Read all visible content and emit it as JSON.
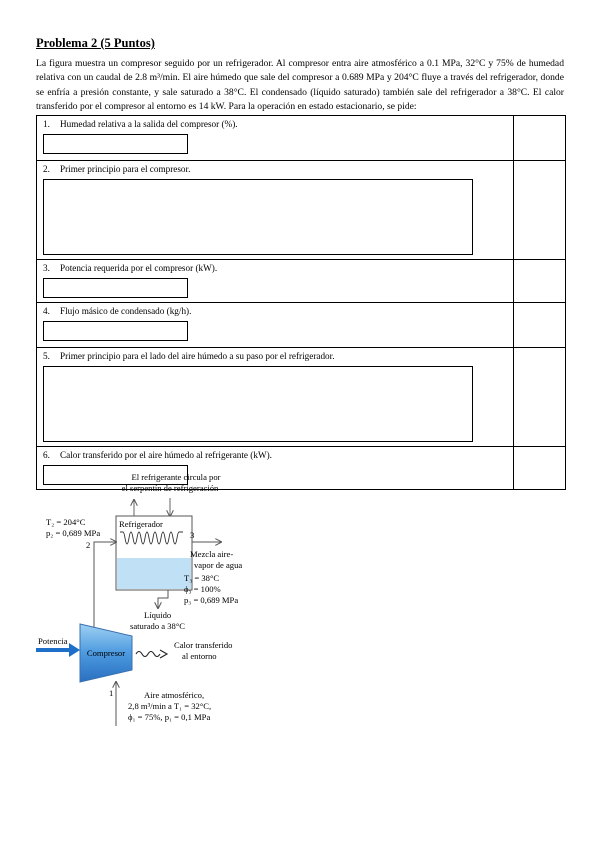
{
  "title": "Problema 2 (5 Puntos)",
  "intro": "La figura muestra un compresor seguido por un refrigerador. Al compresor entra aire atmosférico a 0.1 MPa, 32°C y 75% de humedad relativa con un caudal de 2.8 m³/min. El aire húmedo que sale del compresor a 0.689 MPa y 204°C fluye a través del refrigerador, donde se enfría a presión constante, y sale saturado a 38°C. El condensado (líquido saturado) también sale del refrigerador a 38°C. El calor transferido por el compresor al entorno es 14 kW. Para la operación en estado estacionario, se pide:",
  "questions": [
    {
      "num": "1.",
      "text": "Humedad relativa a la salida del compresor (%)."
    },
    {
      "num": "2.",
      "text": "Primer principio para el compresor."
    },
    {
      "num": "3.",
      "text": "Potencia requerida por el compresor (kW)."
    },
    {
      "num": "4.",
      "text": "Flujo másico de condensado (kg/h)."
    },
    {
      "num": "5.",
      "text": "Primer principio para el lado del aire húmedo a su paso por el refrigerador."
    },
    {
      "num": "6.",
      "text": "Calor transferido por el aire húmedo al refrigerante (kW)."
    }
  ],
  "figure": {
    "refrigerant_note_1": "El refrigerante circula por",
    "refrigerant_note_2": "el serpentín de refrigeración",
    "refrigerador_label": "Refrigerador",
    "state2_T": "T₂ = 204°C",
    "state2_p": "p₂ = 0,689 MPa",
    "state2_num": "2",
    "state3_num": "3",
    "mix_label_1": "Mezcla aire-",
    "mix_label_2": "vapor de agua",
    "state3_T": "T₃ = 38°C",
    "state3_phi": "ϕ₃ = 100%",
    "state3_p": "p₃ = 0,689 MPa",
    "liquid_1": "Líquido",
    "liquid_2": "saturado a 38°C",
    "potencia": "Potencia",
    "compresor": "Compresor",
    "heat_1": "Calor transferido",
    "heat_2": "al entorno",
    "state1_num": "1",
    "air_1": "Aire atmosférico,",
    "air_2": "2,8 m³/min a T₁ = 32°C,",
    "air_3": "ϕ₁ = 75%, p₁ = 0,1 MPa",
    "colors": {
      "blue": "#2a7fd0",
      "light_blue": "#bfe0f5",
      "arrow_blue": "#1e6fc9",
      "gray": "#777777"
    }
  }
}
